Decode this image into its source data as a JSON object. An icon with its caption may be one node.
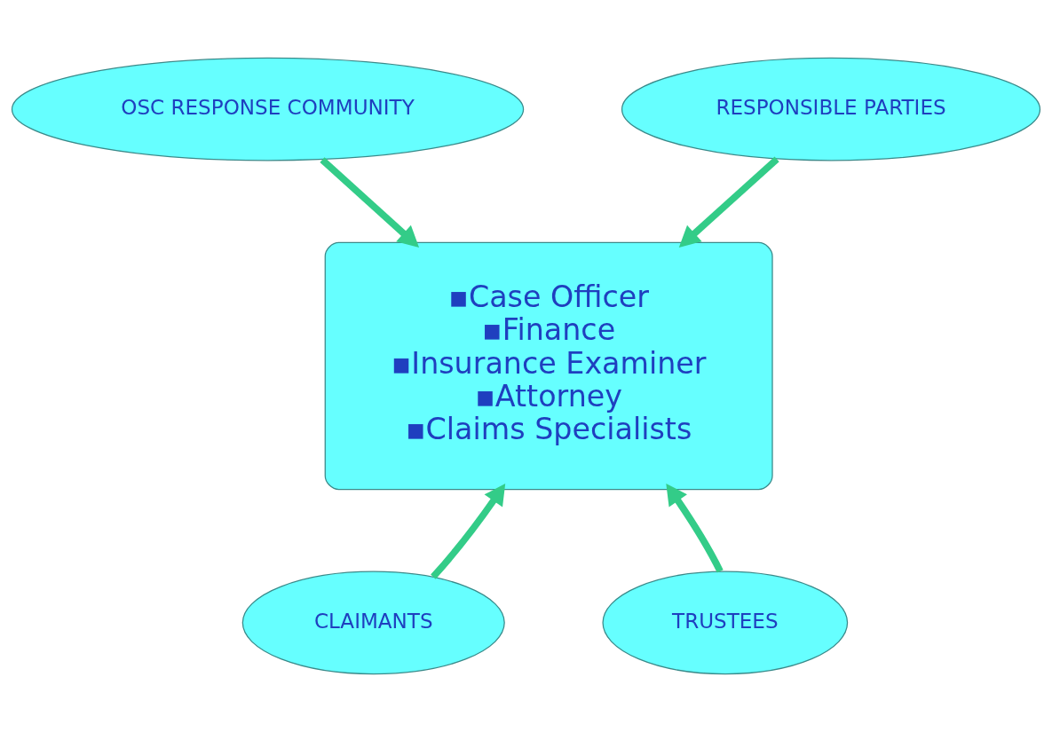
{
  "diagram": {
    "nodes": [
      {
        "text": [
          "OSC RESPONSE COMMUNITY"
        ]
      },
      {
        "text": [
          "RESPONSIBLE PARTIES"
        ]
      },
      {
        "text": [
          "▪Case Officer",
          "▪Finance",
          "▪Insurance Examiner",
          "▪Attorney",
          "▪Claims Specialists"
        ]
      },
      {
        "text": [
          "CLAIMANTS"
        ]
      },
      {
        "text": [
          "TRUSTEES"
        ]
      }
    ],
    "edges": [
      {
        "from": 0,
        "to": 2,
        "arrow": "to"
      },
      {
        "from": 1,
        "to": 2,
        "arrow": "to"
      },
      {
        "from": 3,
        "to": 2,
        "arrow": "to"
      },
      {
        "from": 4,
        "to": 2,
        "arrow": "to"
      }
    ]
  }
}
